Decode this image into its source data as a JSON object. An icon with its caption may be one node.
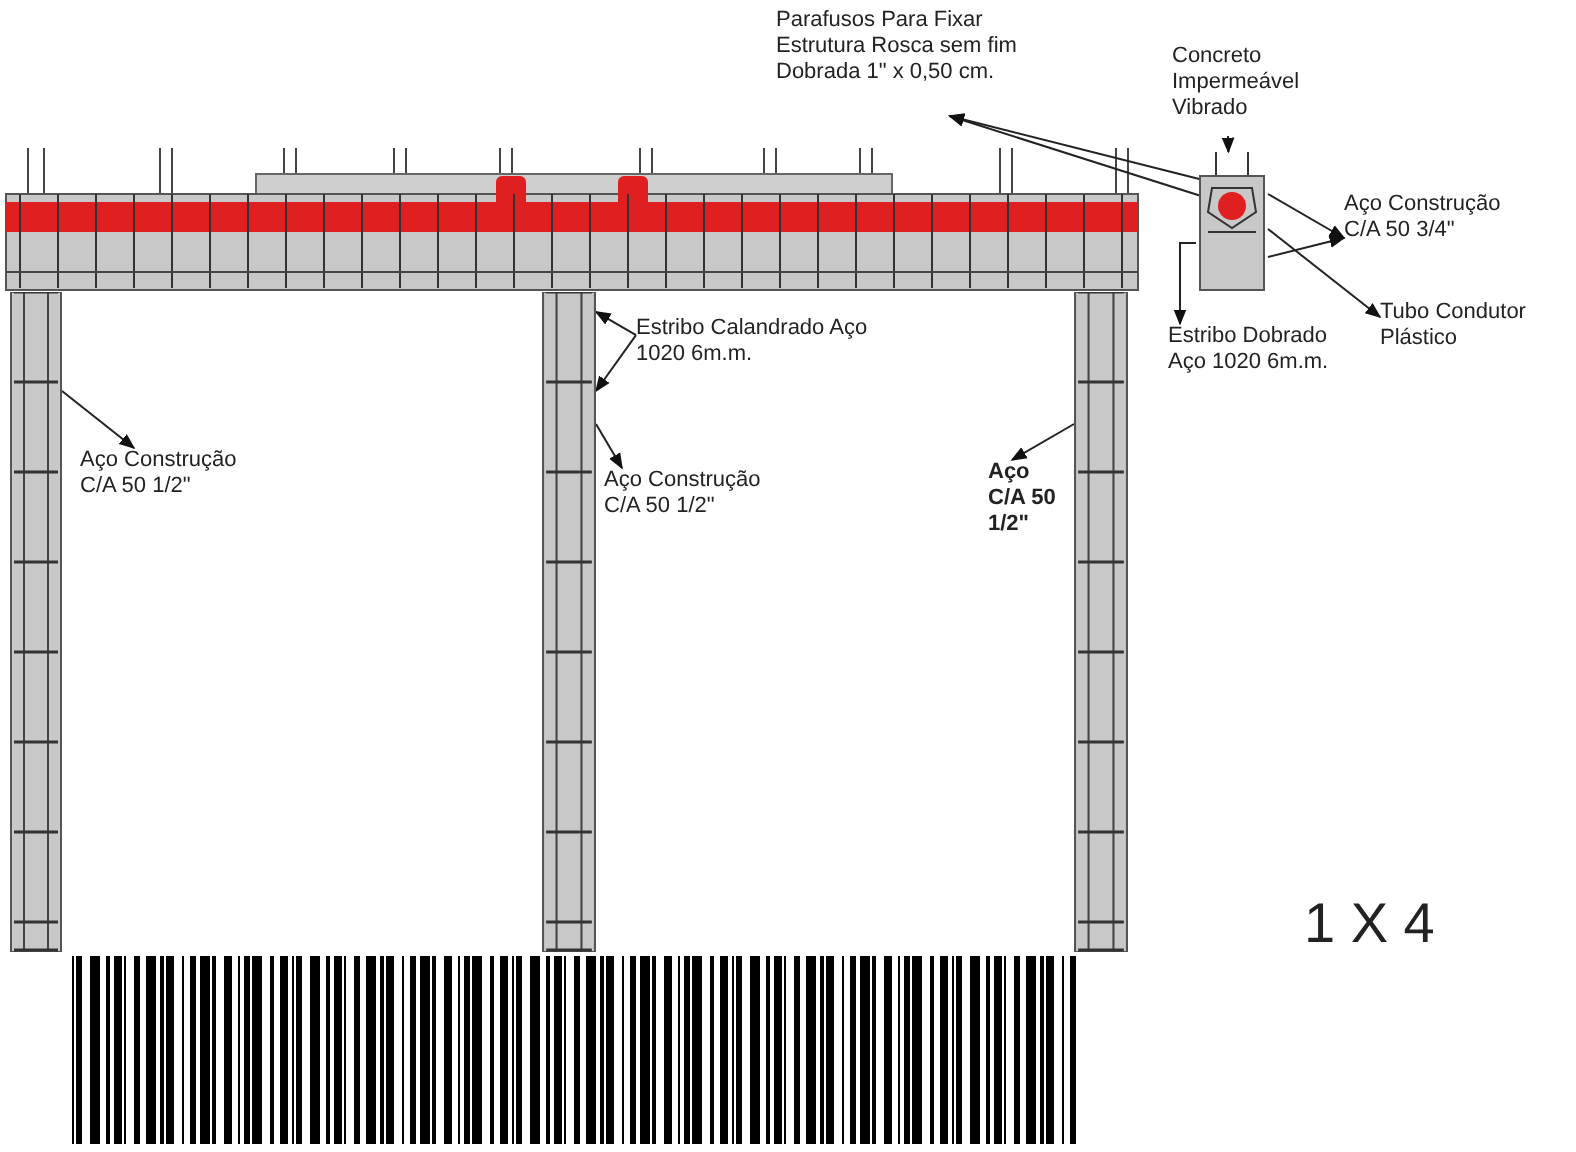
{
  "diagram": {
    "nodes": [
      {
        "text": [
          "Parafusos Para Fixar Estrutura Rosca sem fim Dobrada 1\" x 0,50 cm."
        ]
      },
      {
        "text": [
          "Concreto Impermeável Vibrado"
        ]
      },
      {
        "text": [
          "Aço Construção C/A 50 3/4\""
        ]
      },
      {
        "text": [
          "Tubo Condutor Plástico"
        ]
      },
      {
        "text": [
          "Estribo Dobrado Aço 1020 6m.m."
        ]
      },
      {
        "text": [],
        "shape": "box"
      },
      {
        "text": [
          "Estribo Calandrado Aço 1020 6m.m."
        ]
      },
      {
        "text": [
          "Aço Construção C/A 50 1/2\""
        ]
      },
      {
        "text": [
          "Aço Construção C/A 50 1/2\""
        ]
      },
      {
        "text": [
          "Aço C/A 50 1/2\""
        ]
      },
      {
        "text": [],
        "shape": "box"
      },
      {
        "text": [],
        "shape": "box"
      },
      {
        "text": [],
        "shape": "box"
      }
    ],
    "edges": [
      {
        "from": 5,
        "to": 0,
        "arrow": "to"
      },
      {
        "from": 5,
        "to": 0,
        "arrow": "to"
      },
      {
        "from": 1,
        "to": 5,
        "arrow": "to"
      },
      {
        "from": 5,
        "to": 2,
        "arrow": "to"
      },
      {
        "from": 5,
        "to": 2,
        "arrow": "to"
      },
      {
        "from": 5,
        "to": 3,
        "arrow": "to"
      },
      {
        "from": 5,
        "to": 4,
        "arrow": "to"
      },
      {
        "from": 6,
        "to": 11,
        "arrow": "to"
      },
      {
        "from": 6,
        "to": 11,
        "arrow": "to"
      },
      {
        "from": 10,
        "to": 7,
        "arrow": "to"
      },
      {
        "from": 11,
        "to": 8,
        "arrow": "to"
      },
      {
        "from": 12,
        "to": 9,
        "arrow": "to"
      }
    ],
    "labels": [
      "1 X 4"
    ]
  }
}
